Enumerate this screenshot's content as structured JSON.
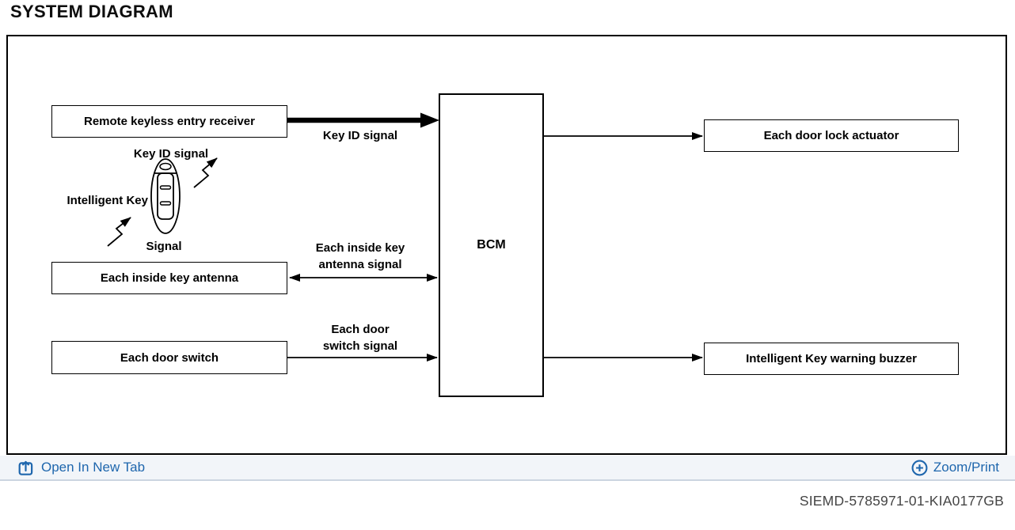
{
  "title": "SYSTEM DIAGRAM",
  "diagram": {
    "boxes": {
      "remote_receiver": "Remote keyless entry receiver",
      "inside_key_antenna": "Each inside key antenna",
      "door_switch": "Each door switch",
      "bcm": "BCM",
      "door_lock_actuator": "Each door lock actuator",
      "warning_buzzer": "Intelligent Key warning buzzer"
    },
    "labels": {
      "key_id_signal_arrow": "Key ID signal",
      "key_id_signal_fob": "Key ID signal",
      "intelligent_key": "Intelligent Key",
      "signal": "Signal",
      "antenna_signal_line1": "Each inside key",
      "antenna_signal_line2": "antenna signal",
      "door_switch_signal_line1": "Each door",
      "door_switch_signal_line2": "switch signal"
    }
  },
  "footer": {
    "open_in_new_tab_label": "Open In New Tab",
    "zoom_print_label": "Zoom/Print"
  },
  "figure_code": "SIEMD-5785971-01-KIA0177GB",
  "colors": {
    "link_blue": "#1e66ad",
    "diagram_stroke": "#000000",
    "footer_background": "#f2f5f9",
    "footer_border": "#ccd5e0",
    "figure_code_text": "#454545"
  }
}
